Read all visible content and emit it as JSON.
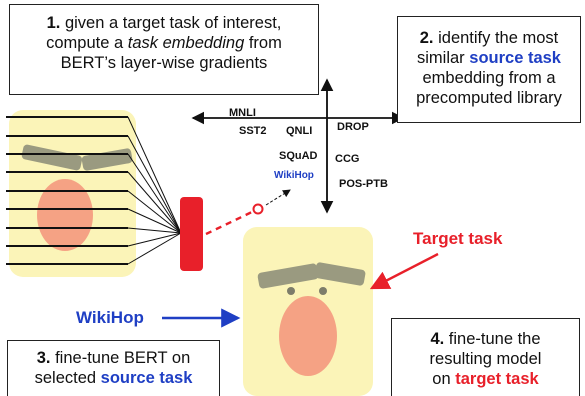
{
  "step1": {
    "num": "1.",
    "text_a": " given a target task of interest,",
    "text_b": "compute a ",
    "text_em": "task embedding",
    "text_c": " from",
    "text_d": "BERT’s layer-wise gradients"
  },
  "step2": {
    "num": "2.",
    "text_a": " identify the most",
    "text_b": "similar ",
    "text_hl": "source task",
    "text_c": "embedding from a",
    "text_d": "precomputed library"
  },
  "step3": {
    "num": "3.",
    "text_a": " fine-tune BERT on",
    "text_b": "selected ",
    "text_hl": "source task"
  },
  "step4": {
    "num": "4.",
    "text_a": " fine-tune the",
    "text_b": "resulting model",
    "text_c": "on ",
    "text_hl": "target task"
  },
  "tasks": {
    "mnli": "MNLI",
    "sst2": "SST2",
    "qnli": "QNLI",
    "drop": "DROP",
    "squad": "SQuAD",
    "ccg": "CCG",
    "wikihop": "WikiHop",
    "postb": "POS-PTB"
  },
  "labels": {
    "target_task": "Target task",
    "wikihop_source": "WikiHop"
  },
  "colors": {
    "blue": "#1f3fc4",
    "red": "#e8202a",
    "face": "#fbf4b8",
    "nose": "#f5a284"
  }
}
